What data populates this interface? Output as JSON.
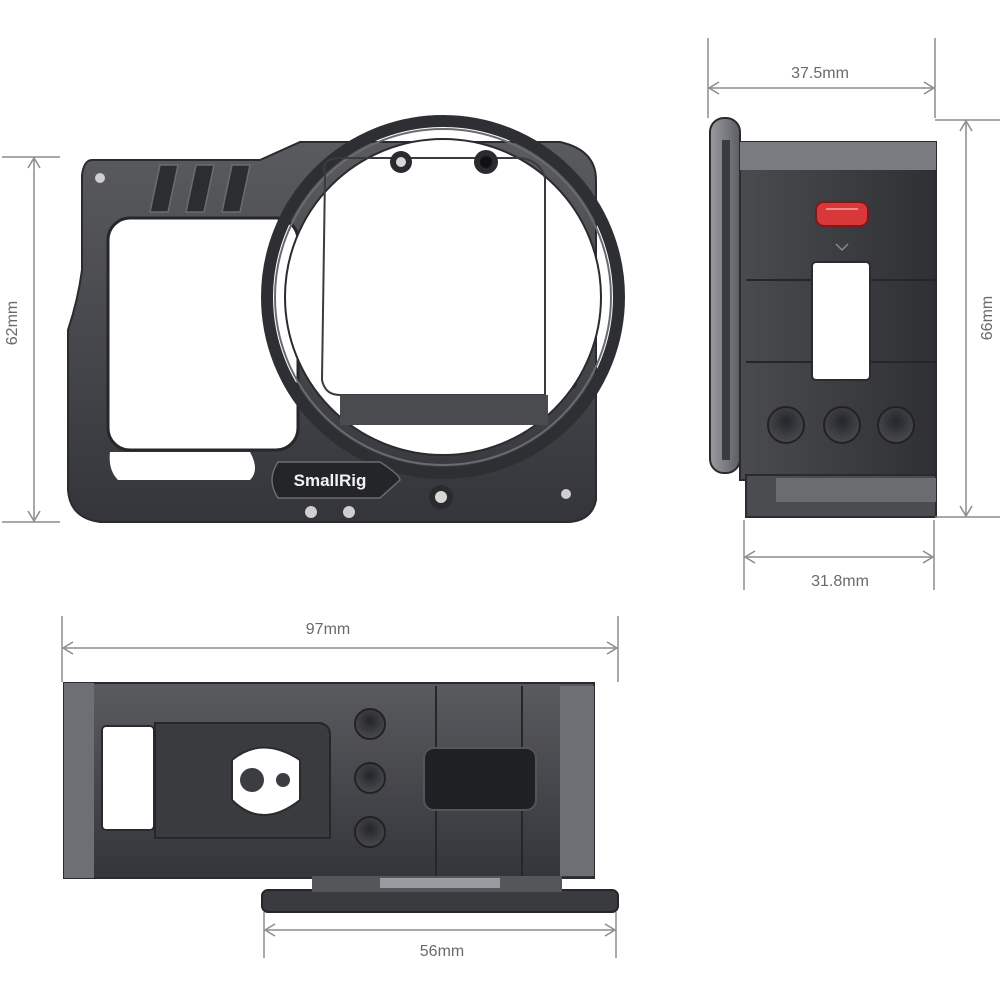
{
  "brand": {
    "logo_text": "SmallRig"
  },
  "dimensions": {
    "front_height": "62mm",
    "side_depth": "37.5mm",
    "side_height": "66mm",
    "side_bottom_width": "31.8mm",
    "top_width": "97mm",
    "top_base_width": "56mm"
  },
  "colors": {
    "metal_dark": "#3c3d40",
    "metal_mid": "#55565a",
    "metal_light": "#8a8b8f",
    "dimension_line": "#8c8c8c",
    "release_button": "#d8383a"
  },
  "views": [
    "front-view",
    "side-view",
    "top-view"
  ]
}
